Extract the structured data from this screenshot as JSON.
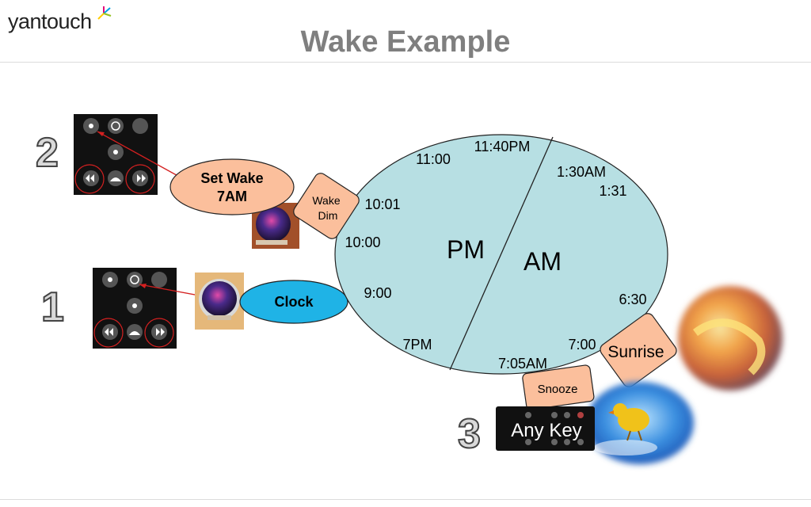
{
  "header": {
    "logo_text": "yantouch",
    "title": "Wake Example"
  },
  "steps": {
    "one": "1",
    "two": "2",
    "three": "3"
  },
  "dial": {
    "pm_label": "PM",
    "am_label": "AM",
    "times": [
      "11:40PM",
      "11:00",
      "1:30AM",
      "1:31",
      "10:01",
      "10:00",
      "9:00",
      "6:30",
      "7PM",
      "7:00",
      "7:05AM"
    ]
  },
  "callouts": {
    "set_wake": [
      "Set Wake",
      "7AM"
    ],
    "clock": "Clock",
    "wake_dim": [
      "Wake",
      "Dim"
    ],
    "sunrise": "Sunrise",
    "snooze": "Snooze",
    "any_key": "Any Key"
  },
  "colors": {
    "dial_fill": "#b7dfe3",
    "peach": "#fbbf9c",
    "clock_blue": "#1fb3e6",
    "pointer_red": "#d42020",
    "remote_bg": "#111111"
  }
}
